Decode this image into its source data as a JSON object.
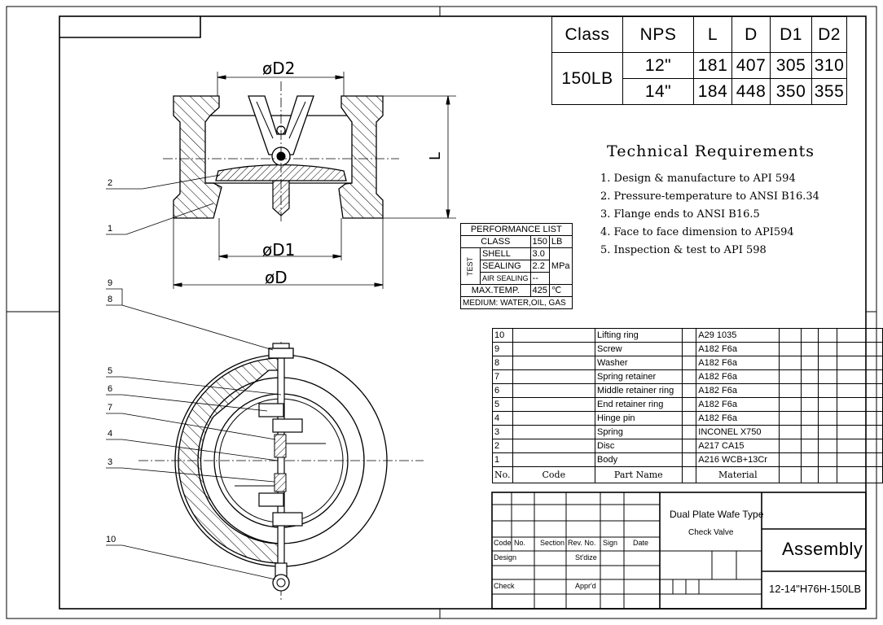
{
  "dimension_table": {
    "headers": [
      "Class",
      "NPS",
      "L",
      "D",
      "D1",
      "D2"
    ],
    "class_value": "150LB",
    "rows": [
      {
        "nps": "12\"",
        "l": "181",
        "d": "407",
        "d1": "305",
        "d2": "310"
      },
      {
        "nps": "14\"",
        "l": "184",
        "d": "448",
        "d1": "350",
        "d2": "355"
      }
    ]
  },
  "technical_requirements": {
    "title": "Technical Requirements",
    "items": [
      "1. Design & manufacture to API 594",
      "2. Pressure-temperature to ANSI B16.34",
      "3. Flange ends to ANSI B16.5",
      "4. Face to face dimension to API594",
      "5. Inspection & test to API 598"
    ]
  },
  "performance_list": {
    "title": "PERFORMANCE LIST",
    "class_label": "CLASS",
    "class_value": "150",
    "class_unit": "LB",
    "test_label": "TEST",
    "shell_label": "SHELL",
    "shell_value": "3.0",
    "sealing_label": "SEALING",
    "sealing_value": "2.2",
    "air_label": "AIR SEALING",
    "air_value": "--",
    "pressure_unit": "MPa",
    "max_temp_label": "MAX.TEMP.",
    "max_temp_value": "425",
    "max_temp_unit": "℃",
    "medium": "MEDIUM: WATER,OIL, GAS"
  },
  "dimension_labels": {
    "d2": "øD2",
    "d1": "øD1",
    "d": "øD",
    "l": "L"
  },
  "callouts": [
    "2",
    "1",
    "9",
    "8",
    "5",
    "6",
    "7",
    "4",
    "3",
    "10"
  ],
  "parts_list": {
    "items": [
      {
        "no": "10",
        "name": "Lifting ring",
        "material": "A29 1035"
      },
      {
        "no": "9",
        "name": "Screw",
        "material": "A182 F6a"
      },
      {
        "no": "8",
        "name": "Washer",
        "material": "A182 F6a"
      },
      {
        "no": "7",
        "name": "Spring retainer",
        "material": "A182 F6a"
      },
      {
        "no": "6",
        "name": "Middle retainer ring",
        "material": "A182 F6a"
      },
      {
        "no": "5",
        "name": "End retainer ring",
        "material": "A182 F6a"
      },
      {
        "no": "4",
        "name": "Hinge pin",
        "material": "A182 F6a"
      },
      {
        "no": "3",
        "name": "Spring",
        "material": "INCONEL X750"
      },
      {
        "no": "2",
        "name": "Disc",
        "material": "A217 CA15"
      },
      {
        "no": "1",
        "name": "Body",
        "material": "A216 WCB+13Cr"
      }
    ],
    "header": {
      "no": "No.",
      "code": "Code",
      "name": "Part Name",
      "material": "Material"
    }
  },
  "title_block": {
    "product_line1": "Dual Plate Wafe Type",
    "product_line2": "Check Valve",
    "assembly": "Assembly",
    "drawing_no": "12-14\"H76H-150LB",
    "code": "Code",
    "no": "No.",
    "section": "Section",
    "rev_no": "Rev. No.",
    "sign": "Sign",
    "date": "Date",
    "design": "Design",
    "stdize": "St'dize",
    "check": "Check",
    "apprd": "Appr'd"
  }
}
